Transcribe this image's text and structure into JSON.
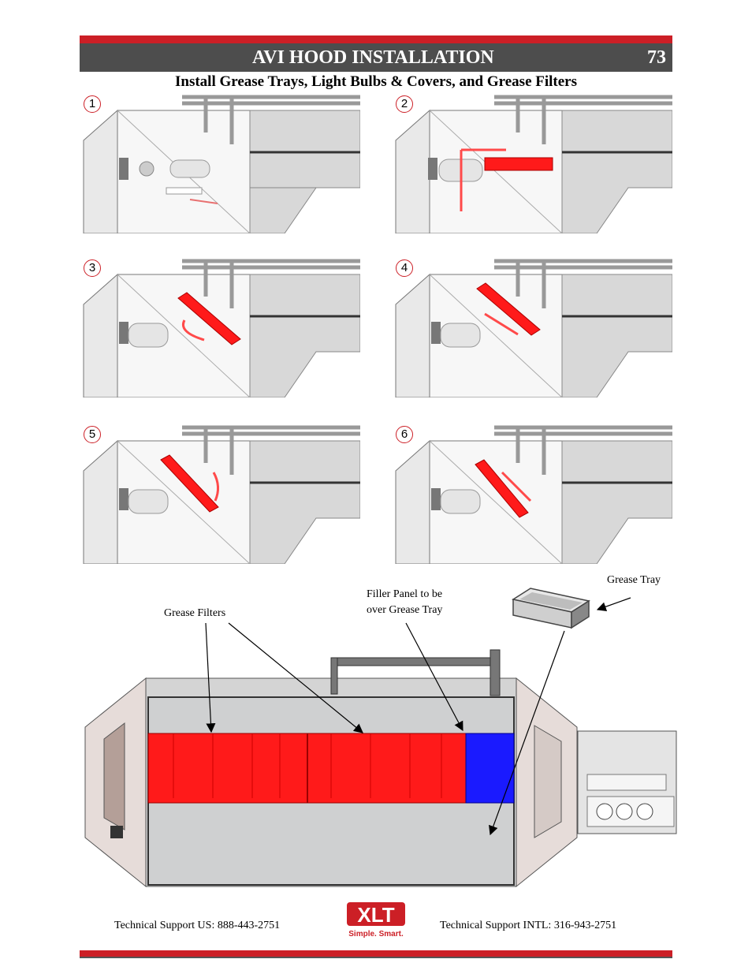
{
  "header": {
    "title": "AVI HOOD INSTALLATION",
    "page_number": "73"
  },
  "subtitle": "Install Grease Trays, Light Bulbs & Covers, and Grease Filters",
  "steps": [
    "1",
    "2",
    "3",
    "4",
    "5",
    "6"
  ],
  "callouts": {
    "grease_tray": "Grease Tray",
    "filler_panel_line1": "Filler Panel to be",
    "filler_panel_line2": "over Grease Tray",
    "grease_filters": "Grease Filters"
  },
  "footer": {
    "support_us": "Technical Support  US:  888-443-2751",
    "support_intl": "Technical Support  INTL:  316-943-2751",
    "logo_text": "XLT",
    "logo_tagline": "Simple. Smart."
  },
  "colors": {
    "accent_red": "#cc1f26",
    "header_gray": "#4d4d4d",
    "filter_red": "#ff1a1a",
    "filler_blue": "#1a1aff"
  }
}
